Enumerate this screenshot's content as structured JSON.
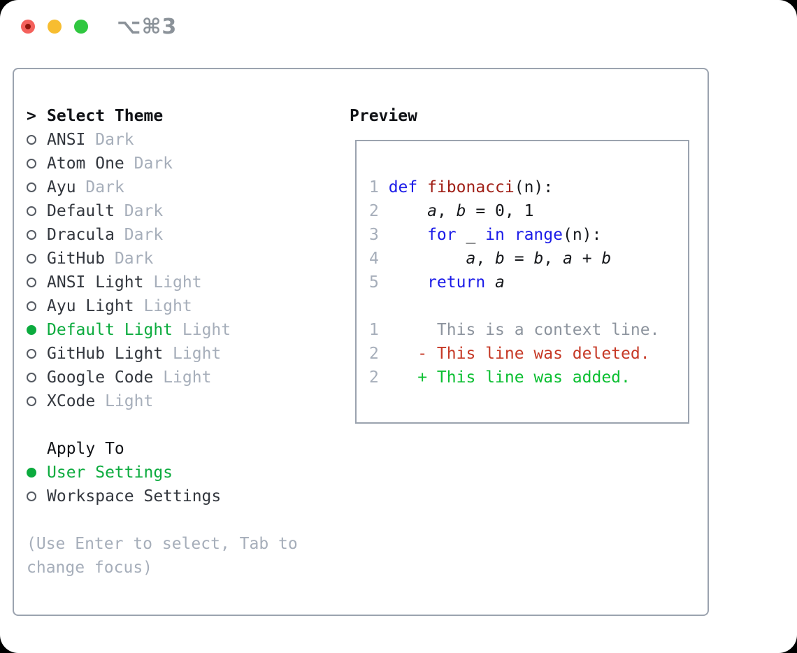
{
  "window": {
    "title_shortcut": "⌥⌘3"
  },
  "traffic_lights": [
    {
      "name": "close",
      "has_inner_dot": true
    },
    {
      "name": "minimize",
      "has_inner_dot": false
    },
    {
      "name": "maximize",
      "has_inner_dot": false
    }
  ],
  "icons": {
    "radio_unselected": "circle-outline",
    "radio_selected": "circle-filled-green"
  },
  "theme_menu": {
    "marker": ">",
    "header": "Select Theme",
    "items": [
      {
        "name": "ANSI",
        "variant": "Dark",
        "selected": false
      },
      {
        "name": "Atom One",
        "variant": "Dark",
        "selected": false
      },
      {
        "name": "Ayu",
        "variant": "Dark",
        "selected": false
      },
      {
        "name": "Default",
        "variant": "Dark",
        "selected": false
      },
      {
        "name": "Dracula",
        "variant": "Dark",
        "selected": false
      },
      {
        "name": "GitHub",
        "variant": "Dark",
        "selected": false
      },
      {
        "name": "ANSI Light",
        "variant": "Light",
        "selected": false
      },
      {
        "name": "Ayu Light",
        "variant": "Light",
        "selected": false
      },
      {
        "name": "Default Light",
        "variant": "Light",
        "selected": true
      },
      {
        "name": "GitHub Light",
        "variant": "Light",
        "selected": false
      },
      {
        "name": "Google Code",
        "variant": "Light",
        "selected": false
      },
      {
        "name": "XCode",
        "variant": "Light",
        "selected": false
      }
    ]
  },
  "apply_to": {
    "header": "Apply To",
    "options": [
      {
        "label": "User Settings",
        "selected": true
      },
      {
        "label": "Workspace Settings",
        "selected": false
      }
    ]
  },
  "hint_lines": [
    "(Use Enter to select, Tab to",
    "change focus)"
  ],
  "preview": {
    "header": "Preview",
    "lines": [
      {
        "gutter": "1",
        "tokens": [
          {
            "text": "def",
            "style": "keyword"
          },
          {
            "text": " ",
            "style": "plain"
          },
          {
            "text": "fibonacci",
            "style": "function"
          },
          {
            "text": "(n):",
            "style": "plain"
          }
        ]
      },
      {
        "gutter": "2",
        "tokens": [
          {
            "text": "    ",
            "style": "plain"
          },
          {
            "text": "a",
            "style": "variable"
          },
          {
            "text": ", ",
            "style": "plain"
          },
          {
            "text": "b",
            "style": "variable"
          },
          {
            "text": " = 0, 1",
            "style": "plain"
          }
        ]
      },
      {
        "gutter": "3",
        "tokens": [
          {
            "text": "    ",
            "style": "plain"
          },
          {
            "text": "for",
            "style": "keyword"
          },
          {
            "text": " _ ",
            "style": "plain"
          },
          {
            "text": "in",
            "style": "keyword"
          },
          {
            "text": " ",
            "style": "plain"
          },
          {
            "text": "range",
            "style": "keyword"
          },
          {
            "text": "(n):",
            "style": "plain"
          }
        ]
      },
      {
        "gutter": "4",
        "tokens": [
          {
            "text": "        ",
            "style": "plain"
          },
          {
            "text": "a",
            "style": "variable"
          },
          {
            "text": ", ",
            "style": "plain"
          },
          {
            "text": "b",
            "style": "variable"
          },
          {
            "text": " = ",
            "style": "plain"
          },
          {
            "text": "b",
            "style": "variable"
          },
          {
            "text": ", ",
            "style": "plain"
          },
          {
            "text": "a",
            "style": "variable"
          },
          {
            "text": " + ",
            "style": "plain"
          },
          {
            "text": "b",
            "style": "variable"
          }
        ]
      },
      {
        "gutter": "5",
        "tokens": [
          {
            "text": "    ",
            "style": "plain"
          },
          {
            "text": "return",
            "style": "keyword"
          },
          {
            "text": " ",
            "style": "plain"
          },
          {
            "text": "a",
            "style": "variable"
          }
        ]
      },
      {
        "gutter": "",
        "tokens": []
      },
      {
        "gutter": "1",
        "tokens": [
          {
            "text": "     This is a context line.",
            "style": "context"
          }
        ]
      },
      {
        "gutter": "2",
        "tokens": [
          {
            "text": "   ",
            "style": "plain"
          },
          {
            "text": "- This line was deleted.",
            "style": "deleted"
          }
        ]
      },
      {
        "gutter": "2",
        "tokens": [
          {
            "text": "   ",
            "style": "plain"
          },
          {
            "text": "+ This line was added.",
            "style": "added"
          }
        ]
      }
    ]
  },
  "colors": {
    "selection_green": "#0cab3e",
    "added_green": "#0bbf31",
    "deleted_red": "#c63926",
    "keyword_blue": "#1b1be8",
    "function_red": "#a01f16",
    "muted_gray": "#a6aeba",
    "context_gray": "#8d949e",
    "border_gray": "#9ba3af",
    "traffic_red": "#f4615c",
    "traffic_yellow": "#f7bd30",
    "traffic_green": "#30c740"
  }
}
